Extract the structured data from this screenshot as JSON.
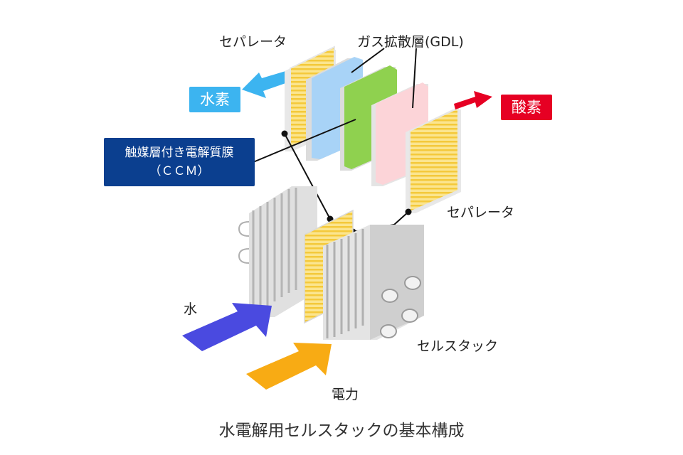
{
  "labels": {
    "separator_top": "セパレータ",
    "gdl": "ガス拡散層(GDL)",
    "hydrogen": "水素",
    "oxygen": "酸素",
    "ccm_line1": "触媒層付き電解質膜",
    "ccm_line2": "（ＣＣＭ）",
    "separator_right": "セパレータ",
    "water": "水",
    "power": "電力",
    "cell_stack": "セルスタック"
  },
  "caption": "水電解用セルスタックの基本構成",
  "colors": {
    "hydrogen_badge": "#3cb4f0",
    "oxygen_badge": "#e60023",
    "ccm_box": "#0b3f8f",
    "separator": "#f7d45a",
    "gdl_left": "#a8d3f7",
    "membrane": "#8fd14f",
    "gdl_right": "#fcd4d8",
    "water_arrow": "#4a4ae0",
    "power_arrow": "#f8ab14"
  },
  "icons": [
    "hydrogen-arrow-icon",
    "oxygen-arrow-icon",
    "water-arrow-icon",
    "power-arrow-icon",
    "cell-stack-icon"
  ]
}
